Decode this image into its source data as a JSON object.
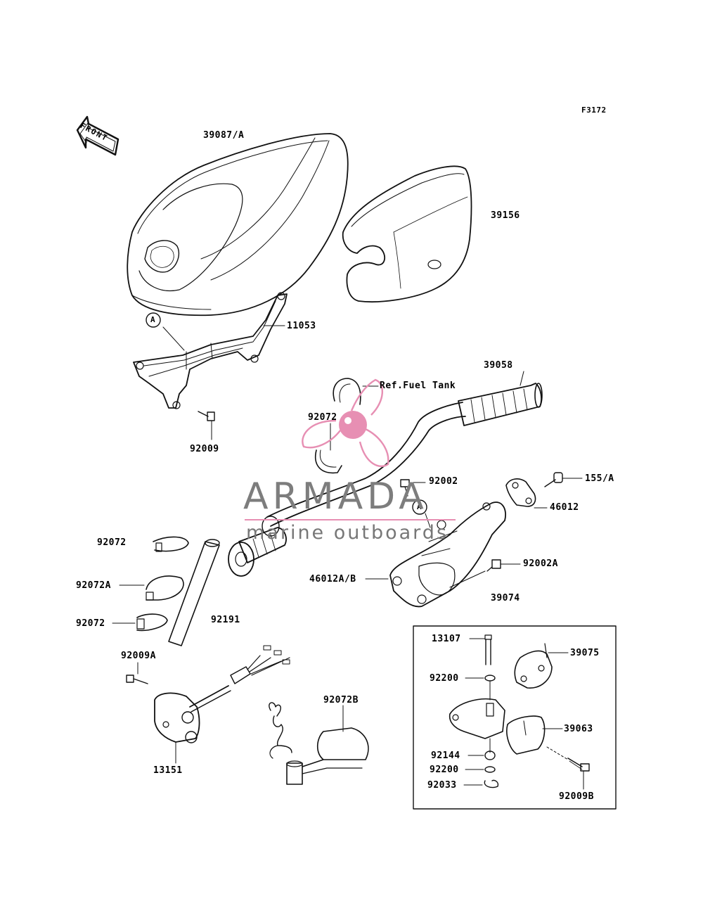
{
  "figure_code": "F3172",
  "direction_arrow": "FRONT",
  "callouts": {
    "A1": "A",
    "A2": "A"
  },
  "parts": {
    "p39087A": "39087/A",
    "p39156": "39156",
    "p11053": "11053",
    "p92009": "92009",
    "p39058": "39058",
    "pRefFuel": "Ref.Fuel Tank",
    "p92072_top": "92072",
    "p92002": "92002",
    "p155A": "155/A",
    "p46012": "46012",
    "p46012AB": "46012A/B",
    "p92002A": "92002A",
    "p39074": "39074",
    "p92072_a": "92072",
    "p92072A": "92072A",
    "p92072_b": "92072",
    "p92191": "92191",
    "p92009A": "92009A",
    "p13151": "13151",
    "p92072B": "92072B",
    "p13107": "13107",
    "p39075": "39075",
    "p92200_a": "92200",
    "p39063": "39063",
    "p92144": "92144",
    "p92200_b": "92200",
    "p92033": "92033",
    "p92009B": "92009B"
  },
  "watermark": {
    "title": "ARMADA",
    "subtitle": "marine outboards",
    "color": "#e78fb3"
  }
}
